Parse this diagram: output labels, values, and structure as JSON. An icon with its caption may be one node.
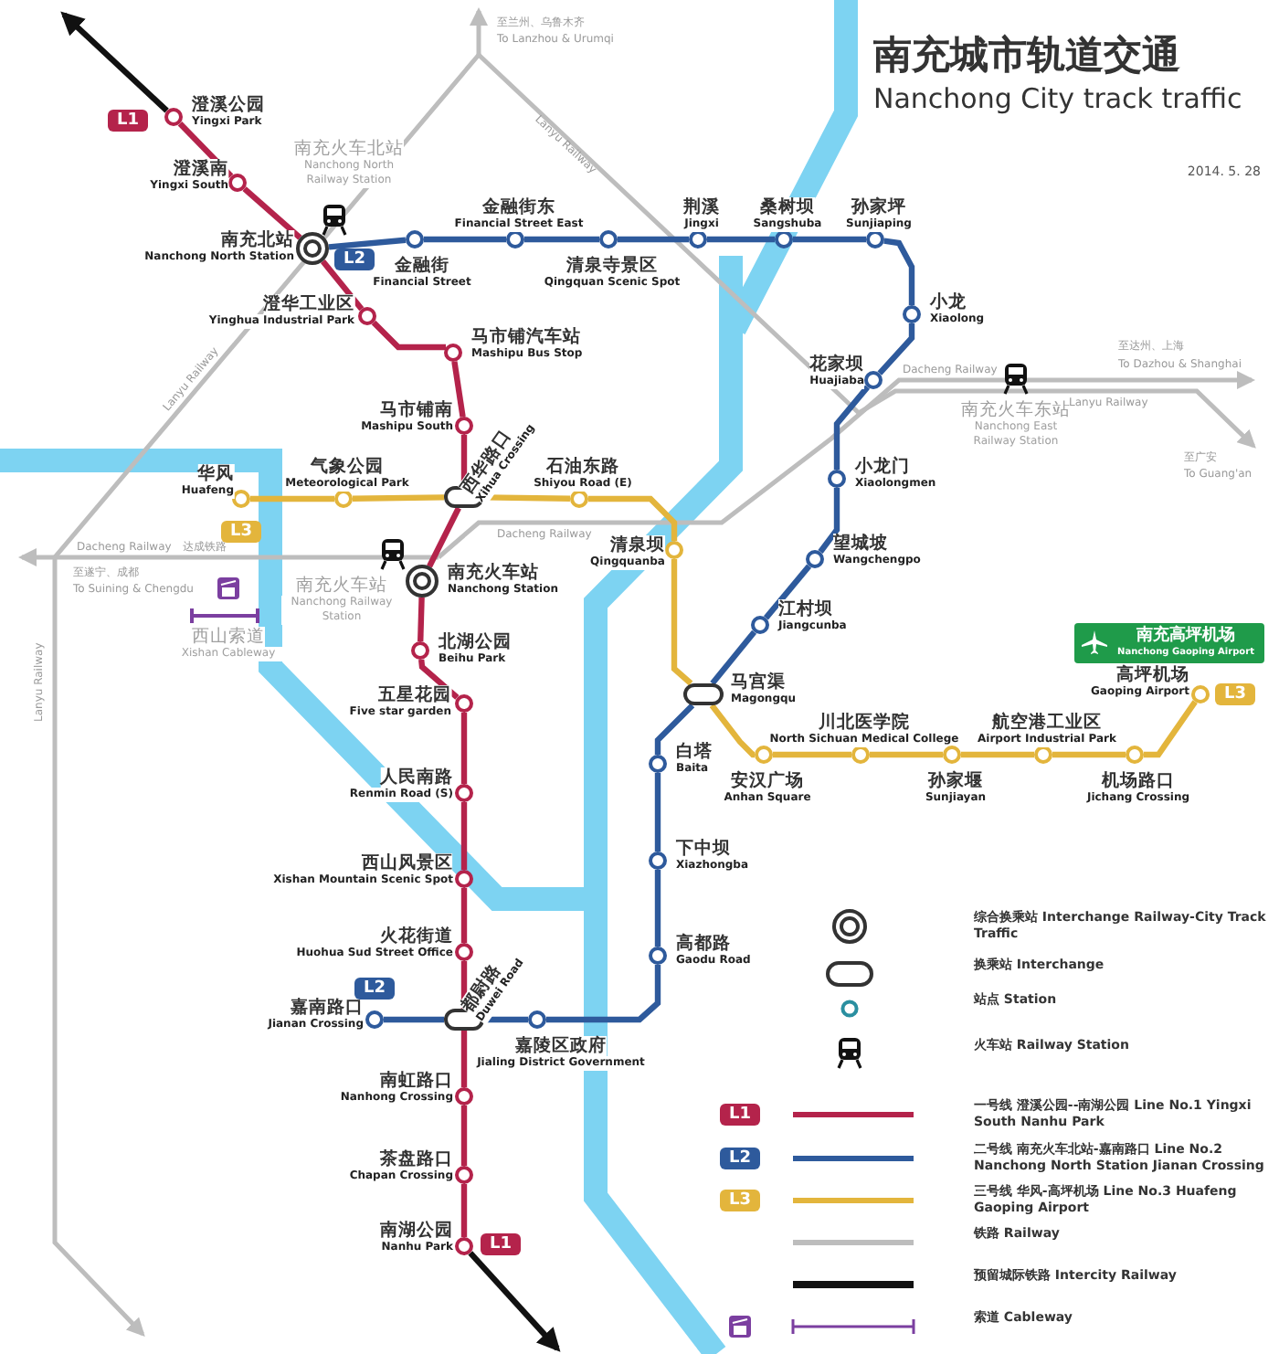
{
  "diagram": {
    "title": "南充城市轨道交通",
    "nodes": [
      {
        "text": [
          "澄溪公园",
          "Yingxi Park"
        ]
      },
      {
        "text": [
          "澄溪南",
          "Yingxi South"
        ]
      },
      {
        "text": [
          "南充北站",
          "Nanchong North Station"
        ]
      },
      {
        "text": [
          "澄华工业区",
          "Yinghua Industrial Park"
        ]
      },
      {
        "text": [
          "马市铺汽车站",
          "Mashipu Bus Stop"
        ]
      },
      {
        "text": [
          "马市铺南",
          "Mashipu South"
        ]
      },
      {
        "text": [
          "西华路口",
          "Xihua Crossing"
        ]
      },
      {
        "text": [
          "南充火车站",
          "Nanchong Station"
        ]
      },
      {
        "text": [
          "北湖公园",
          "Beihu Park"
        ]
      },
      {
        "text": [
          "五星花园",
          "Five star garden"
        ]
      },
      {
        "text": [
          "人民南路",
          "Renmin Road (S)"
        ]
      },
      {
        "text": [
          "西山风景区",
          "Xishan Mountain Scenic Spot"
        ]
      },
      {
        "text": [
          "火花街道",
          "Huohua Sud Street Office"
        ]
      },
      {
        "text": [
          "都尉路",
          "Duwei Road"
        ]
      },
      {
        "text": [
          "南虹路口",
          "Nanhong Crossing"
        ]
      },
      {
        "text": [
          "茶盘路口",
          "Chapan Crossing"
        ]
      },
      {
        "text": [
          "南湖公园",
          "Nanhu Park"
        ]
      },
      {
        "text": [
          "金融街",
          "Financial Street"
        ]
      },
      {
        "text": [
          "金融街东",
          "Financial Street East"
        ]
      },
      {
        "text": [
          "清泉寺景区",
          "Qingquan Scenic Spot"
        ]
      },
      {
        "text": [
          "荆溪",
          "Jingxi"
        ]
      },
      {
        "text": [
          "桑树坝",
          "Sangshuba"
        ]
      },
      {
        "text": [
          "孙家坪",
          "Sunjiaping"
        ]
      },
      {
        "text": [
          "小龙",
          "Xiaolong"
        ]
      },
      {
        "text": [
          "花家坝",
          "Huajiaba"
        ]
      },
      {
        "text": [
          "小龙门",
          "Xiaolongmen"
        ]
      },
      {
        "text": [
          "望城坡",
          "Wangchengpo"
        ]
      },
      {
        "text": [
          "江村坝",
          "Jiangcunba"
        ]
      },
      {
        "text": [
          "马宫渠",
          "Magongqu"
        ]
      },
      {
        "text": [
          "白塔",
          "Baita"
        ]
      },
      {
        "text": [
          "下中坝",
          "Xiazhongba"
        ]
      },
      {
        "text": [
          "高都路",
          "Gaodu Road"
        ]
      },
      {
        "text": [
          "嘉陵区政府",
          "Jialing District Government"
        ]
      },
      {
        "text": [
          "嘉南路口",
          "Jianan Crossing"
        ]
      },
      {
        "text": [
          "华风",
          "Huafeng"
        ]
      },
      {
        "text": [
          "气象公园",
          "Meteorological Park"
        ]
      },
      {
        "text": [
          "石油东路",
          "Shiyou Road (E)"
        ]
      },
      {
        "text": [
          "清泉坝",
          "Qingquanba"
        ]
      },
      {
        "text": [
          "安汉广场",
          "Anhan Square"
        ]
      },
      {
        "text": [
          "川北医学院",
          "North Sichuan Medical College"
        ]
      },
      {
        "text": [
          "孙家堰",
          "Sunjiayan"
        ]
      },
      {
        "text": [
          "航空港工业区",
          "Airport Industrial Park"
        ]
      },
      {
        "text": [
          "机场路口",
          "Jichang Crossing"
        ]
      },
      {
        "text": [
          "高坪机场",
          "Gaoping Airport"
        ]
      },
      {
        "text": [
          "南充高坪机场",
          "Nanchong Gaoping Airport"
        ]
      },
      {
        "text": [
          "南充火车北站",
          "Nanchong North Railway Station"
        ]
      },
      {
        "text": [
          "南充火车站",
          "Nanchong Railway Station"
        ]
      },
      {
        "text": [
          "南充火车东站",
          "Nanchong East Railway Station"
        ]
      },
      {
        "text": [
          "西山索道",
          "Xishan Cableway"
        ]
      }
    ],
    "edges": [
      {
        "from": 0,
        "to": 1,
        "arrow": "none",
        "color": "#b4234b"
      },
      {
        "from": 1,
        "to": 2,
        "arrow": "none",
        "color": "#b4234b"
      },
      {
        "from": 2,
        "to": 3,
        "arrow": "none",
        "color": "#b4234b"
      },
      {
        "from": 3,
        "to": 4,
        "arrow": "none",
        "color": "#b4234b"
      },
      {
        "from": 4,
        "to": 5,
        "arrow": "none",
        "color": "#b4234b"
      },
      {
        "from": 5,
        "to": 6,
        "arrow": "none",
        "color": "#b4234b"
      },
      {
        "from": 6,
        "to": 7,
        "arrow": "none",
        "color": "#b4234b"
      },
      {
        "from": 7,
        "to": 8,
        "arrow": "none",
        "color": "#b4234b"
      },
      {
        "from": 8,
        "to": 9,
        "arrow": "none",
        "color": "#b4234b"
      },
      {
        "from": 9,
        "to": 10,
        "arrow": "none",
        "color": "#b4234b"
      },
      {
        "from": 10,
        "to": 11,
        "arrow": "none",
        "color": "#b4234b"
      },
      {
        "from": 11,
        "to": 12,
        "arrow": "none",
        "color": "#b4234b"
      },
      {
        "from": 12,
        "to": 13,
        "arrow": "none",
        "color": "#b4234b"
      },
      {
        "from": 13,
        "to": 14,
        "arrow": "none",
        "color": "#b4234b"
      },
      {
        "from": 14,
        "to": 15,
        "arrow": "none",
        "color": "#b4234b"
      },
      {
        "from": 15,
        "to": 16,
        "arrow": "none",
        "color": "#b4234b"
      },
      {
        "from": 2,
        "to": 17,
        "arrow": "none",
        "color": "#2e5a9c"
      },
      {
        "from": 17,
        "to": 18,
        "arrow": "none",
        "color": "#2e5a9c"
      },
      {
        "from": 18,
        "to": 19,
        "arrow": "none",
        "color": "#2e5a9c"
      },
      {
        "from": 19,
        "to": 20,
        "arrow": "none",
        "color": "#2e5a9c"
      },
      {
        "from": 20,
        "to": 21,
        "arrow": "none",
        "color": "#2e5a9c"
      },
      {
        "from": 21,
        "to": 22,
        "arrow": "none",
        "color": "#2e5a9c"
      },
      {
        "from": 22,
        "to": 23,
        "arrow": "none",
        "color": "#2e5a9c"
      },
      {
        "from": 23,
        "to": 24,
        "arrow": "none",
        "color": "#2e5a9c"
      },
      {
        "from": 24,
        "to": 25,
        "arrow": "none",
        "color": "#2e5a9c"
      },
      {
        "from": 25,
        "to": 26,
        "arrow": "none",
        "color": "#2e5a9c"
      },
      {
        "from": 26,
        "to": 27,
        "arrow": "none",
        "color": "#2e5a9c"
      },
      {
        "from": 27,
        "to": 28,
        "arrow": "none",
        "color": "#2e5a9c"
      },
      {
        "from": 28,
        "to": 29,
        "arrow": "none",
        "color": "#2e5a9c"
      },
      {
        "from": 29,
        "to": 30,
        "arrow": "none",
        "color": "#2e5a9c"
      },
      {
        "from": 30,
        "to": 31,
        "arrow": "none",
        "color": "#2e5a9c"
      },
      {
        "from": 31,
        "to": 32,
        "arrow": "none",
        "color": "#2e5a9c"
      },
      {
        "from": 32,
        "to": 13,
        "arrow": "none",
        "color": "#2e5a9c"
      },
      {
        "from": 13,
        "to": 33,
        "arrow": "none",
        "color": "#2e5a9c"
      },
      {
        "from": 34,
        "to": 35,
        "arrow": "none",
        "color": "#e3b53c"
      },
      {
        "from": 35,
        "to": 6,
        "arrow": "none",
        "color": "#e3b53c"
      },
      {
        "from": 6,
        "to": 36,
        "arrow": "none",
        "color": "#e3b53c"
      },
      {
        "from": 36,
        "to": 37,
        "arrow": "none",
        "color": "#e3b53c"
      },
      {
        "from": 37,
        "to": 28,
        "arrow": "none",
        "color": "#e3b53c"
      },
      {
        "from": 28,
        "to": 38,
        "arrow": "none",
        "color": "#e3b53c"
      },
      {
        "from": 38,
        "to": 39,
        "arrow": "none",
        "color": "#e3b53c"
      },
      {
        "from": 39,
        "to": 40,
        "arrow": "none",
        "color": "#e3b53c"
      },
      {
        "from": 40,
        "to": 41,
        "arrow": "none",
        "color": "#e3b53c"
      },
      {
        "from": 41,
        "to": 42,
        "arrow": "none",
        "color": "#e3b53c"
      },
      {
        "from": 42,
        "to": 43,
        "arrow": "none",
        "color": "#e3b53c"
      },
      {
        "from": 0,
        "to": null,
        "arrow": "to",
        "color": "#111111"
      },
      {
        "from": 16,
        "to": null,
        "arrow": "to",
        "color": "#111111"
      }
    ],
    "labels": [
      "Nanchong City track traffic",
      "2014. 5. 28",
      "L1",
      "L2",
      "L3",
      "L3",
      "L2",
      "L1",
      "至兰州、乌鲁木齐",
      "To Lanzhou & Urumqi",
      "Dacheng Railway",
      "达成铁路",
      "至遂宁、成都",
      "To Suining & Chengdu",
      "Lanyu Railway",
      "Dacheng Railway",
      "Dacheng Railway",
      "至达州、上海",
      "To Dazhou & Shanghai",
      "Lanyu Railway",
      "至广安",
      "To Guang'an",
      "Lanyu Railway",
      "Lanyu Railway",
      "L1",
      "L2",
      "L3"
    ],
    "legend": [
      {
        "text": "综合换乘站 Interchange Railway-City Track Traffic"
      },
      {
        "text": "换乘站 Interchange"
      },
      {
        "text": "站点 Station"
      },
      {
        "text": "火车站 Railway Station"
      },
      {
        "text": "一号线 澄溪公园--南湖公园 Line No.1 Yingxi South Nanhu Park"
      },
      {
        "text": "二号线 南充火车北站-嘉南路口 Line No.2 Nanchong North Station Jianan Crossing"
      },
      {
        "text": "三号线 华风-高坪机场 Line No.3 Huafeng Gaoping Airport"
      },
      {
        "text": "铁路 Railway"
      },
      {
        "text": "预留城际铁路 Intercity Railway"
      },
      {
        "text": "索道 Cableway"
      }
    ]
  }
}
